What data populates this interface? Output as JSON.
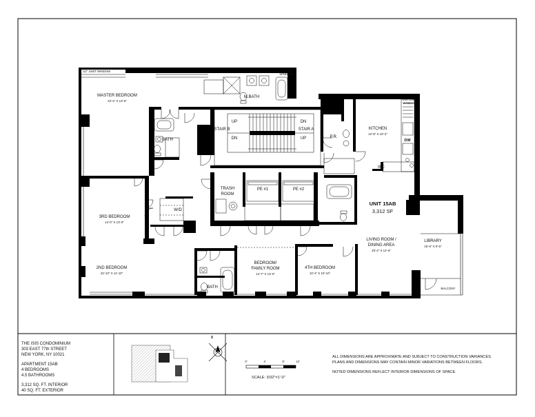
{
  "rooms": {
    "master_bedroom": {
      "name": "MASTER BEDROOM",
      "dims": "22'-2\" X 13'-6\""
    },
    "mbath": "M.BATH",
    "bath_master": "BATH",
    "bath_second": "BATH",
    "stair_b": "STAIR B",
    "stair_a": "STAIR A",
    "up": "UP",
    "dn": "DN",
    "kitchen": {
      "name": "KITCHEN",
      "dims": "12'-8\" X 10'-2\""
    },
    "pr": "P.R.",
    "dw": "DW",
    "wc": "WC",
    "trash_room": {
      "line1": "TRASH",
      "line2": "ROOM"
    },
    "pe1": "PE #1",
    "pe2": "PE #2",
    "wd": "W/D",
    "third_bedroom": {
      "name": "3RD BEDROOM",
      "dims": "14'-0\" X 13'-0\""
    },
    "second_bedroom": {
      "name": "2ND BEDROOM",
      "dims": "23'-10\" X 11'-10\""
    },
    "family_room": {
      "line1": "BEDROOM/",
      "line2": "FAMILY ROOM",
      "dims": "14'-7\" X 13'-0\""
    },
    "fourth_bedroom": {
      "name": "4TH BEDROOM",
      "dims": "10'-4\" X 10'-10\""
    },
    "living": {
      "line1": "LIVING ROOM /",
      "line2": "DINING AREA",
      "dims": "25'-4\" X 12'-6\""
    },
    "library": {
      "name": "LIBRARY",
      "dims": "15'-6\" X 9'-5\""
    },
    "balcony": "BALCONY"
  },
  "unit_label": {
    "name": "UNIT 15AB",
    "area": "3,312 SF"
  },
  "window_notes": {
    "top_left": "1/2\" LIMIT WINDOW",
    "mbath_1": "LOT LINE",
    "mbath_2": "WINDOW",
    "kitchen_1": "LOT LINE",
    "kitchen_2": "WINDOW"
  },
  "building": {
    "name": "THE ISIS CONDOMINIUM",
    "street": "303 EAST 77th STREET",
    "city": "NEW YORK, NY 10021",
    "apartment": "APARTMENT 15AB",
    "bedrooms": "4 BEDROOMS",
    "bathrooms": "4.5 BATHROOMS",
    "interior": "3,312 SQ. FT. INTERIOR",
    "exterior": "40 SQ. FT. EXTERIOR"
  },
  "scale": {
    "ticks": [
      "0'",
      "4'",
      "8'",
      "12'"
    ],
    "label": "SCALE: 3/32\"=1'-0\""
  },
  "notes": {
    "line1": "ALL DIMENSIONS ARE APPROXIMATE AND SUBJECT TO CONSTRUCTION VARIANCES.",
    "line2": "PLANS AND DIMENSIONS MAY CONTAIN MINOR VARIATIONS BETWEEN FLOORS.",
    "line3": "NOTED DIMENSIONS REFLECT INTERIOR DIMENSIONS OF SPACE."
  }
}
